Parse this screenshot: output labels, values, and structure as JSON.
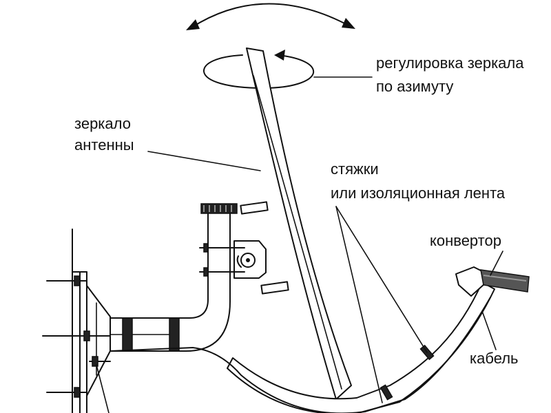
{
  "diagram": {
    "labels": {
      "azimuth_line1": "регулировка зеркала",
      "azimuth_line2": "по азимуту",
      "mirror_line1": "зеркало",
      "mirror_line2": "антенны",
      "ties_line1": "стяжки",
      "ties_line2": "или изоляционная лента",
      "converter": "конвертор",
      "cable": "кабель"
    },
    "icons": {
      "top_arrow": "double-arrow-arc-icon",
      "rotation": "rotation-arrow-icon"
    },
    "colors": {
      "ink": "#111111",
      "background": "#ffffff"
    }
  }
}
